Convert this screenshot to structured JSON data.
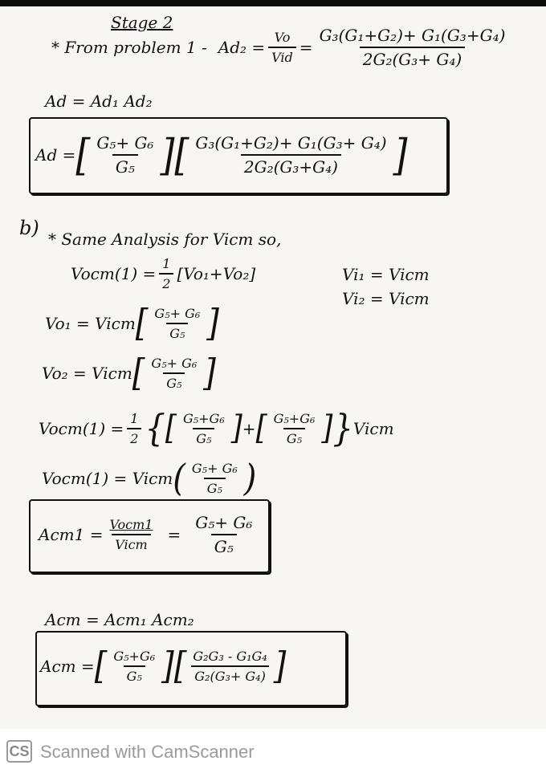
{
  "stage": {
    "title": "Stage 2",
    "from_text": "* From problem 1 -",
    "ad2_lhs": "Ad₂ =",
    "ad2_ratio_num": "Vo",
    "ad2_ratio_den": "Vid",
    "ad2_expr_num": "G₃(G₁+G₂)+ G₁(G₃+G₄)",
    "ad2_expr_den": "2G₂(G₃+ G₄)"
  },
  "ad_product": "Ad = Ad₁ Ad₂",
  "ad_boxed": {
    "lhs": "Ad =",
    "f1_num": "G₅+ G₆",
    "f1_den": "G₅",
    "f2_num": "G₃(G₁+G₂)+ G₁(G₃+ G₄)",
    "f2_den": "2G₂(G₃+G₄)"
  },
  "part_b": {
    "label": "b)",
    "intro": "* Same Analysis for Vicm so,",
    "vocm_def_lhs": "Vocm(1) =",
    "half_num": "1",
    "half_den": "2",
    "vocm_def_rhs": "[Vo₁+Vo₂]",
    "vi1": "Vi₁ = Vicm",
    "vi2": "Vi₂ = Vicm",
    "vo1_lhs": "Vo₁ = Vicm",
    "vo1_num": "G₅+ G₆",
    "vo1_den": "G₅",
    "vo2_lhs": "Vo₂ = Vicm",
    "vo2_num": "G₅+ G₆",
    "vo2_den": "G₅",
    "vocm_sum_lhs": "Vocm(1) =",
    "vocm_sum_t1_num": "G₅+G₆",
    "vocm_sum_t1_den": "G₅",
    "vocm_sum_t2_num": "G₅+G₆",
    "vocm_sum_t2_den": "G₅",
    "vocm_sum_tail": "Vicm",
    "vocm_res_lhs": "Vocm(1) = Vicm",
    "vocm_res_num": "G₅+ G₆",
    "vocm_res_den": "G₅"
  },
  "acm1_boxed": {
    "lhs": "Acm1 =",
    "ratio_num": "Vocm1",
    "ratio_den": "Vicm",
    "eq": "=",
    "res_num": "G₅+ G₆",
    "res_den": "G₅"
  },
  "acm_product": "Acm = Acm₁ Acm₂",
  "acm_boxed": {
    "lhs": "Acm =",
    "f1_num": "G₅+G₆",
    "f1_den": "G₅",
    "f2_num": "G₂G₃ - G₁G₄",
    "f2_den": "G₂(G₃+ G₄)"
  },
  "footer": {
    "logo": "CS",
    "text": "Scanned with CamScanner"
  }
}
